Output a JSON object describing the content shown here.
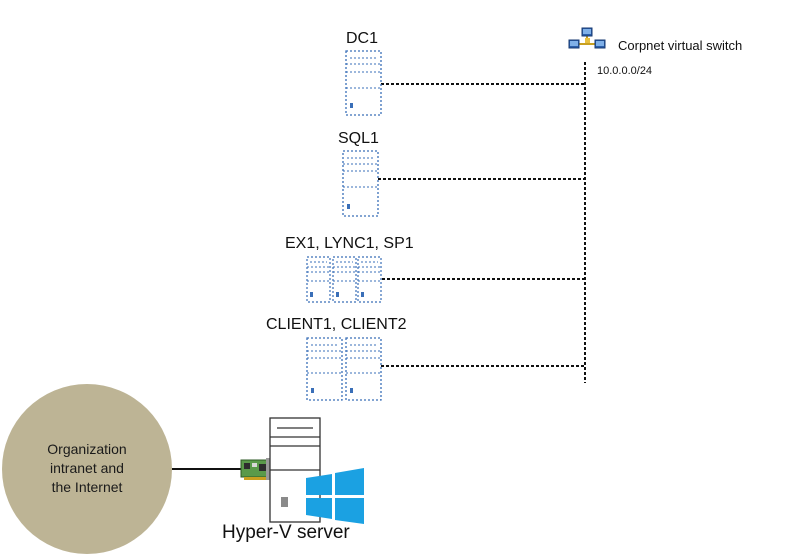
{
  "switch": {
    "icon": "network-switch-icon",
    "label": "Corpnet virtual switch",
    "subnet": "10.0.0.0/24"
  },
  "vm_groups": [
    {
      "label": "DC1",
      "server_count": 1
    },
    {
      "label": "SQL1",
      "server_count": 1
    },
    {
      "label": "EX1, LYNC1, SP1",
      "server_count": 3
    },
    {
      "label": "CLIENT1, CLIENT2",
      "server_count": 2
    }
  ],
  "internet": {
    "line1": "Organization",
    "line2": "intranet and",
    "line3": "the Internet"
  },
  "host": {
    "label": "Hyper-V server",
    "icons": [
      "server-tower-icon",
      "network-card-icon",
      "windows-logo-icon"
    ]
  },
  "colors": {
    "vm_dash": "#3a6fb8",
    "cloud_fill": "#bdb495",
    "windows_blue": "#1ba1e2",
    "nic_green": "#5a9a4a"
  }
}
